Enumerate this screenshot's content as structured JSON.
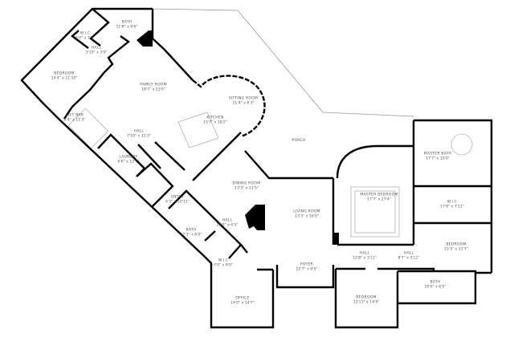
{
  "colors": {
    "wall": "#000000",
    "window": "#bbbbbb",
    "porch_line": "#999999",
    "label": "#555555"
  },
  "rooms": [
    {
      "name": "BATH",
      "dims": "11'8\" x 9'6\""
    },
    {
      "name": "W.I.C",
      "dims": "5'0\" x 7'0\""
    },
    {
      "name": "HALL",
      "dims": "3'10\" x 3'0\""
    },
    {
      "name": "BEDROOM",
      "dims": "14'4\" x 11'10\""
    },
    {
      "name": "FAMILY ROOM",
      "dims": "18'7\" x 23'0\""
    },
    {
      "name": "SITTING ROOM",
      "dims": "11'4\" x 8'3\""
    },
    {
      "name": "KITCHEN",
      "dims": "15'7\" x 18'2\""
    },
    {
      "name": "WET BAR",
      "dims": "6'4\" x 11'3\""
    },
    {
      "name": "HALL",
      "dims": "7'10\" x 11'3\""
    },
    {
      "name": "LAUNDRY",
      "dims": "6'6\" x 12'1\""
    },
    {
      "name": "PORCH",
      "dims": ""
    },
    {
      "name": "DINING ROOM",
      "dims": "13'3\" x 11'5\""
    },
    {
      "name": "ENTRY",
      "dims": "4'3\" x 10'11\""
    },
    {
      "name": "HALL",
      "dims": "20'5\" x 6'5\""
    },
    {
      "name": "LIVING ROOM",
      "dims": "13'3\" x 16'0\""
    },
    {
      "name": "BATH",
      "dims": "12'3\" x 6'0\""
    },
    {
      "name": "W.I.C",
      "dims": "7'0\" x 6'0\""
    },
    {
      "name": "OFFICE",
      "dims": "14'0\" x 14'7\""
    },
    {
      "name": "FOYER",
      "dims": "12'7\" x 9'5\""
    },
    {
      "name": "MASTER BEDROOM",
      "dims": "17'7\" x 27'4\""
    },
    {
      "name": "MASTER BATH",
      "dims": "17'7\" x 15'0\""
    },
    {
      "name": "W.I.C",
      "dims": "17'8\" x 7'11\""
    },
    {
      "name": "BEDROOM",
      "dims": "15'3\" x 11'7\""
    },
    {
      "name": "HALL",
      "dims": "12'8\" x 3'11\""
    },
    {
      "name": "HALL",
      "dims": "8'7\" x 3'11\""
    },
    {
      "name": "BATH",
      "dims": "10'0\" x 6'5\""
    },
    {
      "name": "BEDROOM",
      "dims": "13'11\" x 14'4\""
    }
  ]
}
